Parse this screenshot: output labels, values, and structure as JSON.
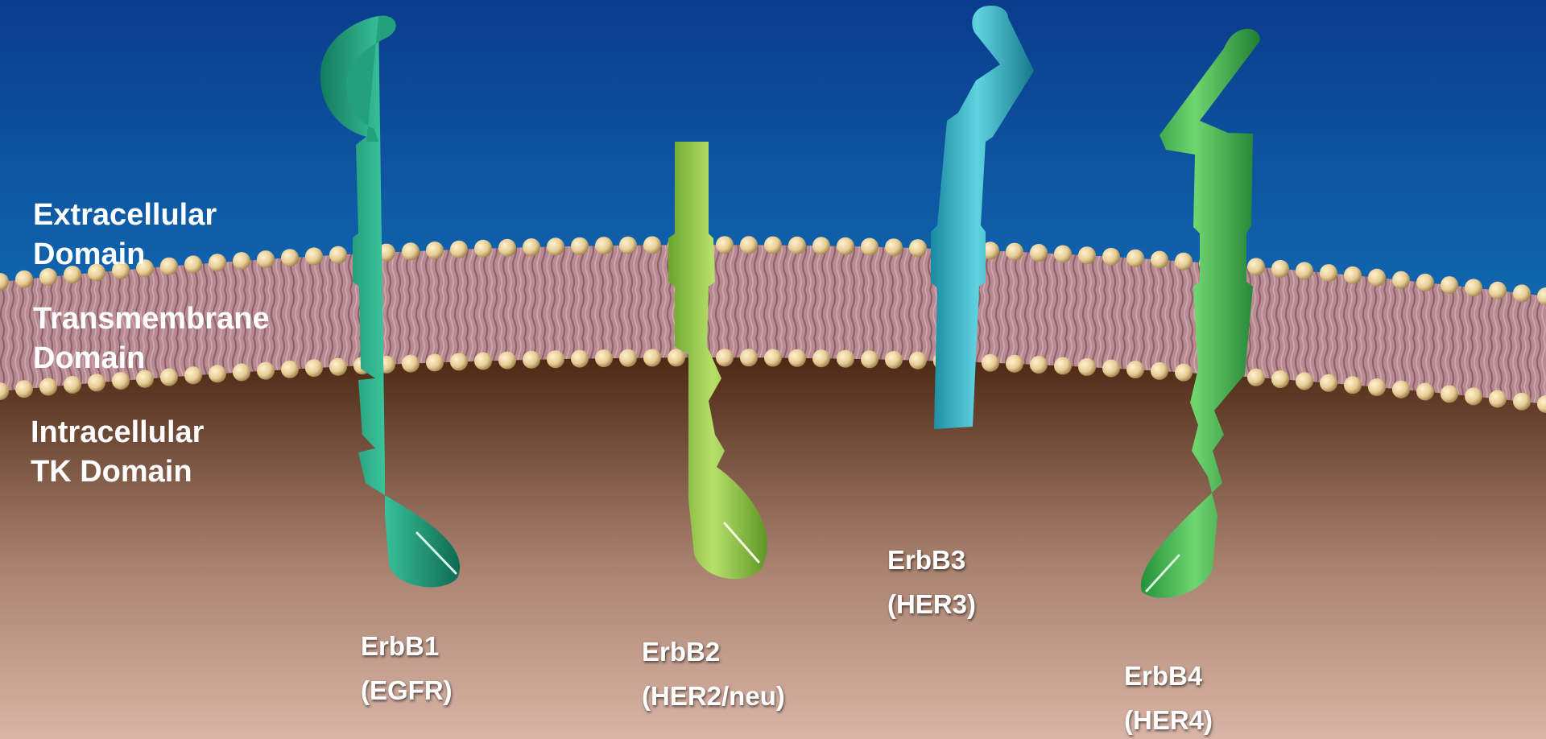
{
  "domain_labels": {
    "extracellular": [
      "Extracellular",
      "Domain"
    ],
    "transmembrane": [
      "Transmembrane",
      "Domain"
    ],
    "intracellular": [
      "Intracellular",
      "TK Domain"
    ]
  },
  "receptors": [
    {
      "name": "ErbB1",
      "alias": "(EGFR)",
      "color": "#1f9e7c"
    },
    {
      "name": "ErbB2",
      "alias": "(HER2/neu)",
      "color": "#8cc63f"
    },
    {
      "name": "ErbB3",
      "alias": "(HER3)",
      "color": "#2aaec0"
    },
    {
      "name": "ErbB4",
      "alias": "(HER4)",
      "color": "#3db54a"
    }
  ],
  "colors": {
    "extracellular_top": "#0a3c8c",
    "extracellular_bottom": "#1aa6e6",
    "membrane": "#b88a92",
    "lipid_head": "#e6cc94",
    "intracellular_top": "#4a2712",
    "intracellular_bottom": "#d9b5a7"
  }
}
